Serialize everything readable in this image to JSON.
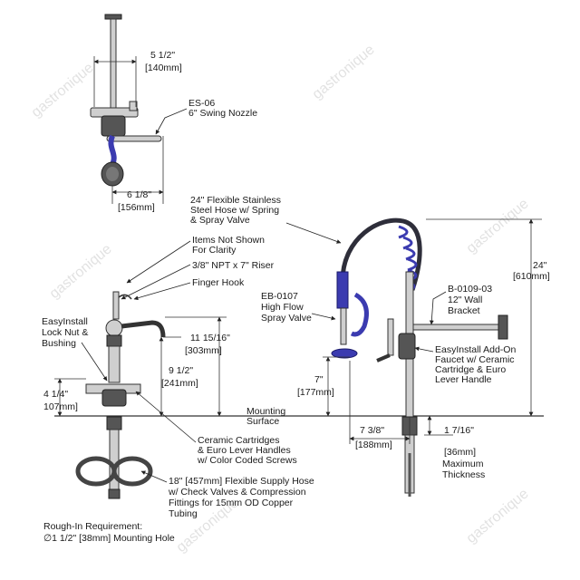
{
  "watermark": {
    "text": "gastronique"
  },
  "top_view": {
    "dim_width_in": "5 1/2\"",
    "dim_width_mm": "[140mm]",
    "dim_reach_in": "6 1/8\"",
    "dim_reach_mm": "[156mm]"
  },
  "labels": {
    "es06_code": "ES-06",
    "es06_desc": "6\" Swing Nozzle",
    "hose_1": "24\" Flexible Stainless",
    "hose_2": "Steel Hose w/ Spring",
    "hose_3": "& Spray Valve",
    "items_1": "Items Not Shown",
    "items_2": "For Clarity",
    "riser": "3/8\" NPT x 7\" Riser",
    "finger_hook": "Finger Hook",
    "easyinstall_1": "EasyInstall",
    "easyinstall_2": "Lock Nut &",
    "easyinstall_3": "Bushing",
    "eb_code": "EB-0107",
    "eb_2": "High Flow",
    "eb_3": "Spray Valve",
    "b_code": "B-0109-03",
    "b_2": "12\" Wall",
    "b_3": "Bracket",
    "addon_1": "EasyInstall Add-On",
    "addon_2": "Faucet w/ Ceramic",
    "addon_3": "Cartridge & Euro",
    "addon_4": "Lever Handle",
    "mounting_1": "Mounting",
    "mounting_2": "Surface",
    "ceramic_1": "Ceramic Cartridges",
    "ceramic_2": "& Euro Lever Handles",
    "ceramic_3": "w/ Color Coded Screws",
    "supply_1": "18\" [457mm] Flexible Supply Hose",
    "supply_2": "w/ Check Valves & Compression",
    "supply_3": "Fittings for 15mm OD Copper",
    "supply_4": "Tubing",
    "rough_1": "Rough-In Requirement:",
    "rough_2": "∅1 1/2\" [38mm] Mounting Hole",
    "max_1": "Maximum",
    "max_2": "Thickness"
  },
  "dimensions": {
    "h_11_in": "11 15/16\"",
    "h_11_mm": "[303mm]",
    "h_9_in": "9 1/2\"",
    "h_9_mm": "[241mm]",
    "h_4_in": "4 1/4\"",
    "h_4_mm": "107mm]",
    "h_24_in": "24\"",
    "h_24_mm": "[610mm]",
    "h_7_in": "7\"",
    "h_7_mm": "[177mm]",
    "w_7_in": "7 3/8\"",
    "w_7_mm": "[188mm]",
    "t_in": "1 7/16\"",
    "t_mm": "[36mm]"
  },
  "colors": {
    "hose_blue": "#3b3bb0",
    "metal": "#cfcfcf",
    "line": "#333333"
  }
}
